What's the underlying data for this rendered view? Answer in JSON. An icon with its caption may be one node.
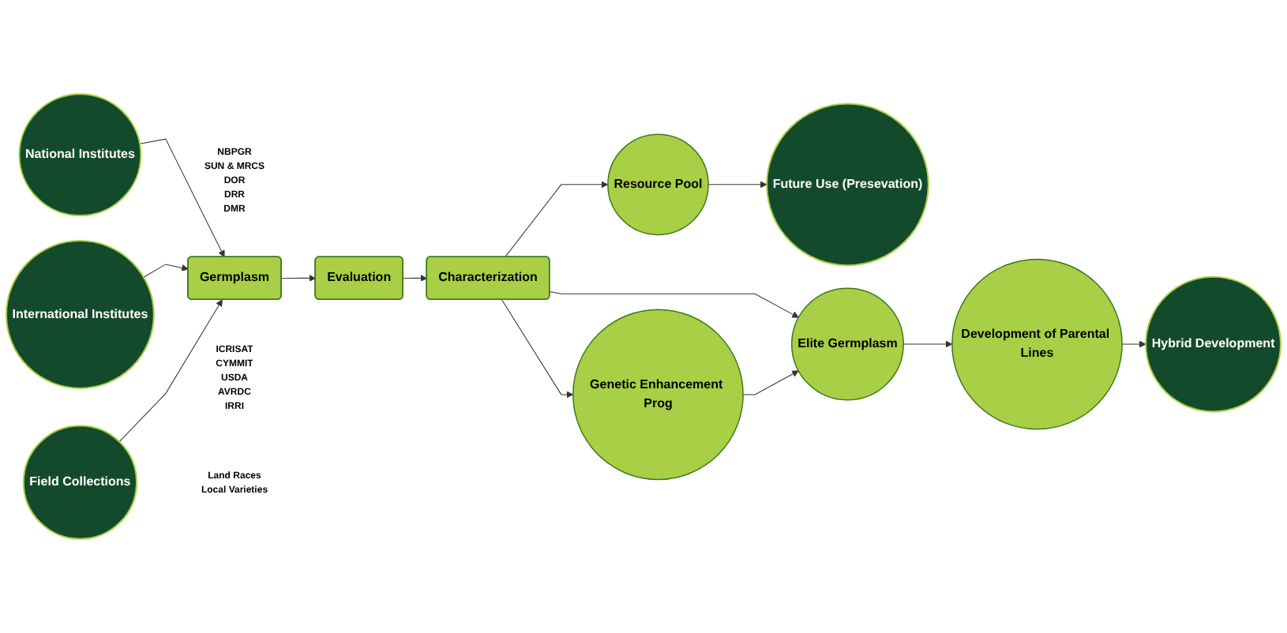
{
  "diagram": {
    "nodes": [
      {
        "text": [
          "National Institutes"
        ],
        "beside": [
          "NBPGR",
          "SUN & MRCS",
          "DOR",
          "DRR",
          "DMR"
        ]
      },
      {
        "text": [
          "International Institutes"
        ],
        "beside": [
          "ICRISAT",
          "CYMMIT",
          "USDA",
          "AVRDC",
          "IRRI"
        ]
      },
      {
        "text": [
          "Field Collections"
        ],
        "beside": [
          "Land Races",
          "Local Varieties"
        ]
      },
      {
        "text": [
          "Germplasm"
        ]
      },
      {
        "text": [
          "Evaluation"
        ]
      },
      {
        "text": [
          "Future Use (Presevation)"
        ]
      },
      {
        "text": [
          "Resource Pool"
        ]
      },
      {
        "text": [
          "Characterization"
        ]
      },
      {
        "text": [
          "Elite Germplasm"
        ]
      },
      {
        "text": [
          "Development of Parental Lines"
        ]
      },
      {
        "text": [
          "Hybrid Development"
        ]
      },
      {
        "text": [
          "Genetic Enhancement Prog"
        ]
      }
    ],
    "edges": [
      {
        "from": 0,
        "to": 3,
        "arrow": "to"
      },
      {
        "from": 1,
        "to": 3,
        "arrow": "to"
      },
      {
        "from": 2,
        "to": 3,
        "arrow": "to"
      },
      {
        "from": 3,
        "to": 4,
        "arrow": "to"
      },
      {
        "from": 4,
        "to": 7,
        "arrow": "to"
      },
      {
        "from": 7,
        "to": 6,
        "arrow": "to"
      },
      {
        "from": 6,
        "to": 5,
        "arrow": "to"
      },
      {
        "from": 7,
        "to": 8,
        "arrow": "to"
      },
      {
        "from": 8,
        "to": 9,
        "arrow": "to"
      },
      {
        "from": 9,
        "to": 10,
        "arrow": "to"
      },
      {
        "from": 7,
        "to": 11,
        "arrow": "to"
      },
      {
        "from": 11,
        "to": 8,
        "arrow": "to"
      }
    ]
  }
}
